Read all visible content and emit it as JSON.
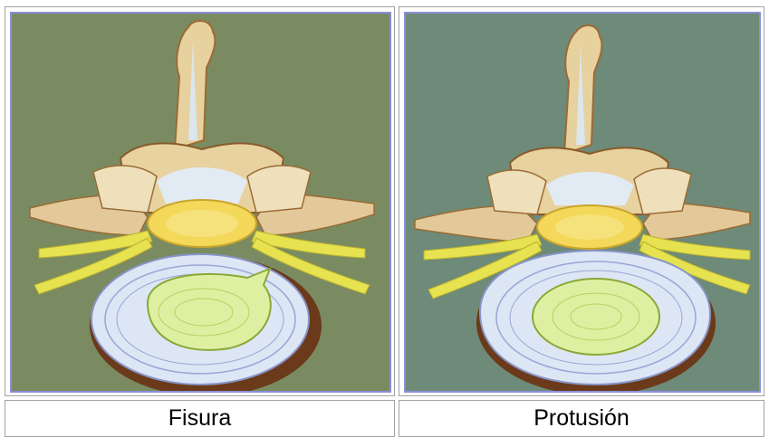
{
  "panels": [
    {
      "id": "fisura",
      "caption": "Fisura",
      "background_color": "#7a8b62"
    },
    {
      "id": "protusion",
      "caption": "Protusión",
      "background_color": "#6e8a78"
    }
  ],
  "colors": {
    "frame_border": "#8a8fd8",
    "cell_border": "#a3a3a3",
    "bone": "#e8d6a6",
    "bone_shadow": "#8a5a2a",
    "disc": "#dfe8f5",
    "nucleus": "#ddf0a2",
    "nerve": "#e6e250",
    "spinal_cord": "#f0d85a"
  }
}
